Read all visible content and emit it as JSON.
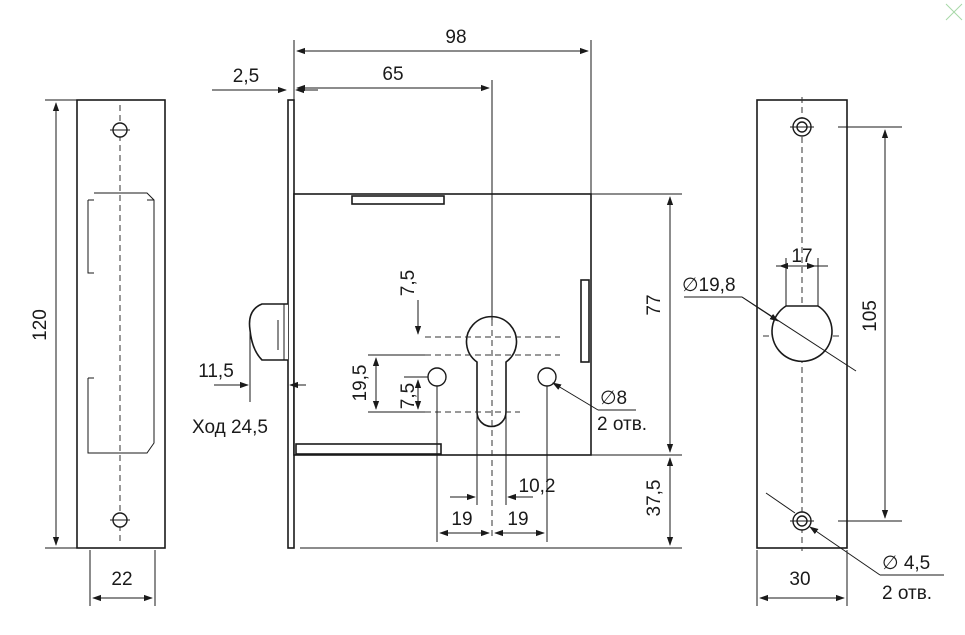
{
  "dimensions": {
    "overall_width": "98",
    "backset": "65",
    "faceplate_thickness": "2,5",
    "height_120": "120",
    "width_22": "22",
    "spacing_7_5_top": "7,5",
    "spacing_19_5": "19,5",
    "spacing_7_5_bottom": "7,5",
    "hole_diameter": "∅8",
    "hole_count": "2 отв.",
    "case_height": "77",
    "lower_offset": "37,5",
    "offset_19_left": "19",
    "offset_19_right": "19",
    "offset_10_2": "10,2",
    "latch_projection": "11,5",
    "stroke": "Ход 24,5",
    "cutout_width": "17",
    "cutout_diameter": "∅19,8",
    "screw_spacing": "105",
    "strike_width": "30",
    "screw_diameter": "∅ 4,5",
    "screw_count": "2 отв."
  },
  "colors": {
    "line": "#1a1a1a",
    "background": "#ffffff"
  }
}
